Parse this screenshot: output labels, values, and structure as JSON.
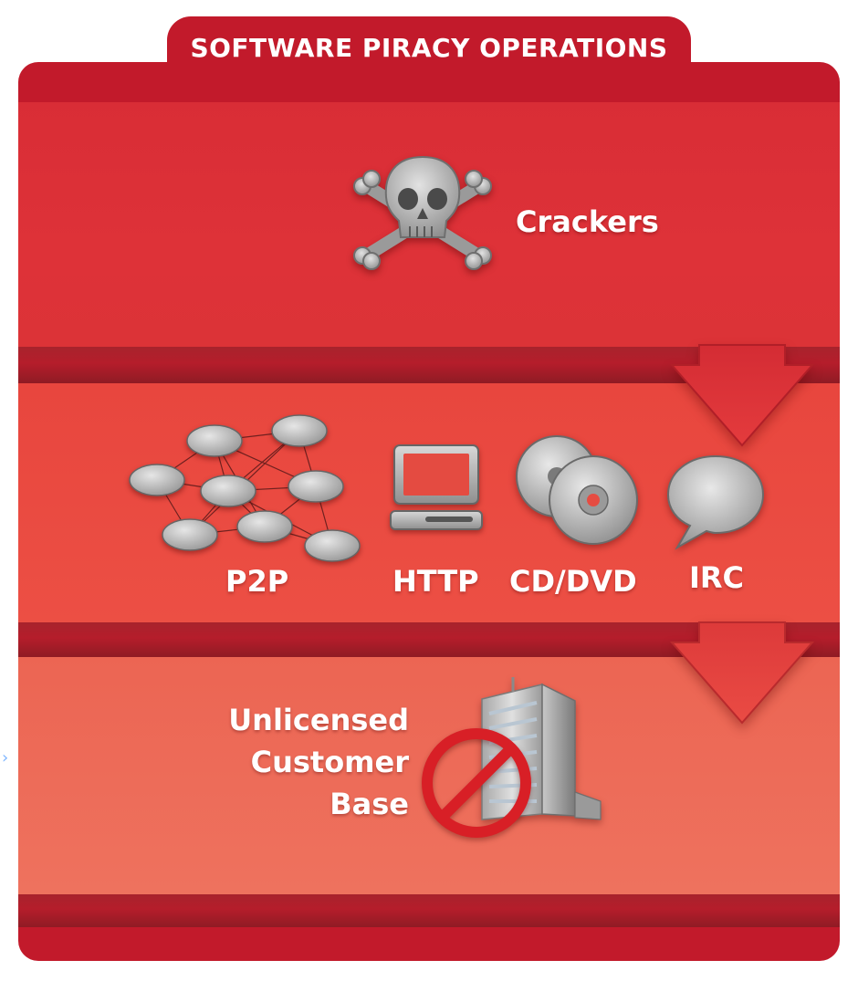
{
  "title": "SOFTWARE PIRACY OPERATIONS",
  "stages": {
    "source": {
      "label": "Crackers",
      "icon": "skull-crossbones-icon"
    },
    "channels": [
      {
        "label": "P2P",
        "icon": "p2p-network-icon"
      },
      {
        "label": "HTTP",
        "icon": "computer-icon"
      },
      {
        "label": "CD/DVD",
        "icon": "disc-icon"
      },
      {
        "label": "IRC",
        "icon": "speech-bubble-icon"
      }
    ],
    "destination": {
      "label_lines": [
        "Unlicensed",
        "Customer",
        "Base"
      ],
      "icon": "building-prohibited-icon"
    }
  },
  "colors": {
    "frame": "#c21a2b",
    "band_top": "#dc3337",
    "band_middle": "#ea4a41",
    "band_bottom": "#ee6b58",
    "arrow": "#e0353a",
    "prohibit": "#d81f26",
    "icon_silver": "#a9a9a9"
  }
}
